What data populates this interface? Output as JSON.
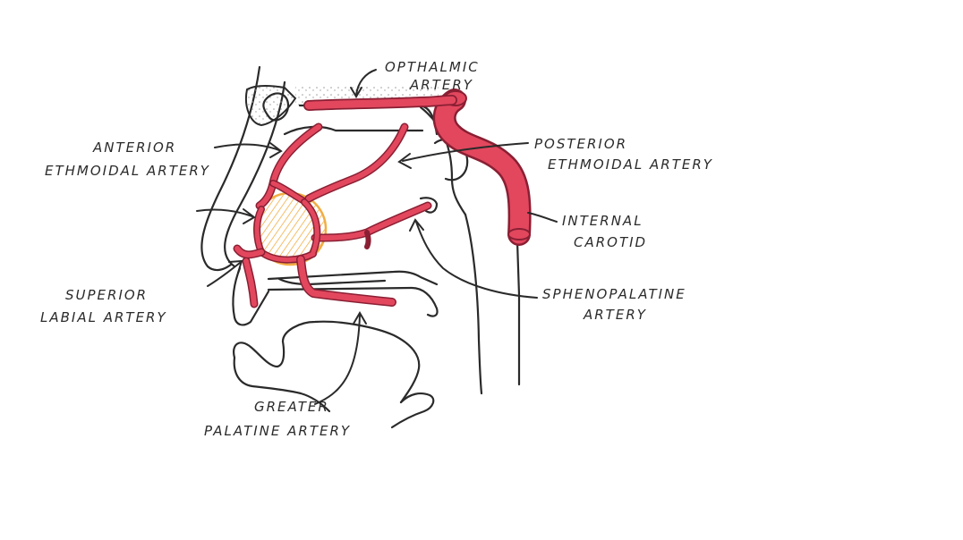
{
  "labels": {
    "opthalmic": [
      "OPTHALMIC",
      "ARTERY"
    ],
    "anterior_ethmoidal": [
      "ANTERIOR",
      "ETHMOIDAL ARTERY"
    ],
    "posterior_ethmoidal": [
      "POSTERIOR",
      "ETHMOIDAL ARTERY"
    ],
    "internal_carotid": [
      "INTERNAL",
      "CAROTID"
    ],
    "sphenopalatine": [
      "SPHENOPALATINE",
      "ARTERY"
    ],
    "superior_labial": [
      "SUPERIOR",
      "LABIAL ARTERY"
    ],
    "greater_palatine": [
      "GREATER",
      "PALATINE ARTERY"
    ]
  },
  "colors": {
    "artery_fill": "#e2475e",
    "artery_outline": "#8a1f33",
    "ink": "#2a2a2a",
    "plexus_circle": "#f2a93b",
    "background": "#ffffff",
    "bone_stipple": "#9a9a9a"
  }
}
